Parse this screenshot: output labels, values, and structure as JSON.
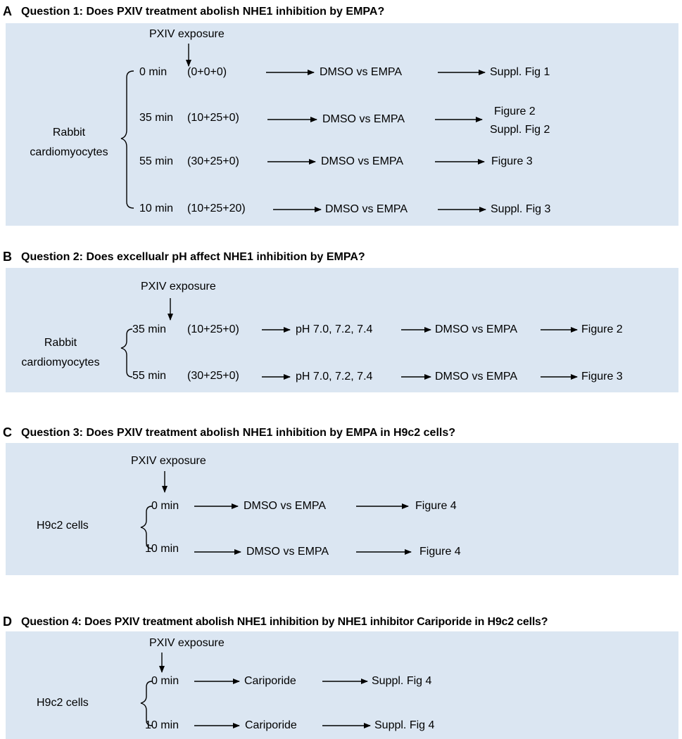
{
  "colors": {
    "panel_bg": "#dbe6f2",
    "text": "#000000"
  },
  "panels": [
    {
      "letter": "A",
      "question": "Question 1: Does PXIV treatment abolish NHE1 inhibition by EMPA?",
      "exposure": "PXIV exposure",
      "source": "Rabbit cardiomyocytes",
      "rows": [
        {
          "time": "0 min",
          "detail": "(0+0+0)",
          "treatment": "DMSO vs EMPA",
          "result": "Suppl. Fig 1"
        },
        {
          "time": "35 min",
          "detail": "(10+25+0)",
          "treatment": "DMSO vs EMPA",
          "result": "Figure 2",
          "result2": "Suppl. Fig 2"
        },
        {
          "time": "55 min",
          "detail": "(30+25+0)",
          "treatment": "DMSO vs EMPA",
          "result": "Figure 3"
        },
        {
          "time": "10 min",
          "detail": "(10+25+20)",
          "treatment": "DMSO vs EMPA",
          "result": "Suppl. Fig 3"
        }
      ]
    },
    {
      "letter": "B",
      "question": "Question 2: Does excellualr pH affect NHE1 inhibition by EMPA?",
      "exposure": "PXIV exposure",
      "source": "Rabbit cardiomyocytes",
      "rows": [
        {
          "time": "35 min",
          "detail": "(10+25+0)",
          "ph": "pH 7.0, 7.2, 7.4",
          "treatment": "DMSO vs EMPA",
          "result": "Figure 2"
        },
        {
          "time": "55 min",
          "detail": "(30+25+0)",
          "ph": "pH 7.0, 7.2, 7.4",
          "treatment": "DMSO vs EMPA",
          "result": "Figure 3"
        }
      ]
    },
    {
      "letter": "C",
      "question": "Question 3: Does PXIV treatment abolish NHE1 inhibition by EMPA in H9c2 cells?",
      "exposure": "PXIV exposure",
      "source": "H9c2 cells",
      "rows": [
        {
          "time": "0 min",
          "treatment": "DMSO vs EMPA",
          "result": "Figure 4"
        },
        {
          "time": "10 min",
          "treatment": "DMSO vs EMPA",
          "result": "Figure 4"
        }
      ]
    },
    {
      "letter": "D",
      "question": "Question 4: Does PXIV treatment abolish NHE1 inhibition by NHE1 inhibitor Cariporide in H9c2 cells?",
      "exposure": "PXIV exposure",
      "source": "H9c2 cells",
      "rows": [
        {
          "time": "0 min",
          "treatment": "Cariporide",
          "result": "Suppl. Fig 4"
        },
        {
          "time": "10 min",
          "treatment": "Cariporide",
          "result": "Suppl. Fig 4"
        }
      ]
    }
  ]
}
